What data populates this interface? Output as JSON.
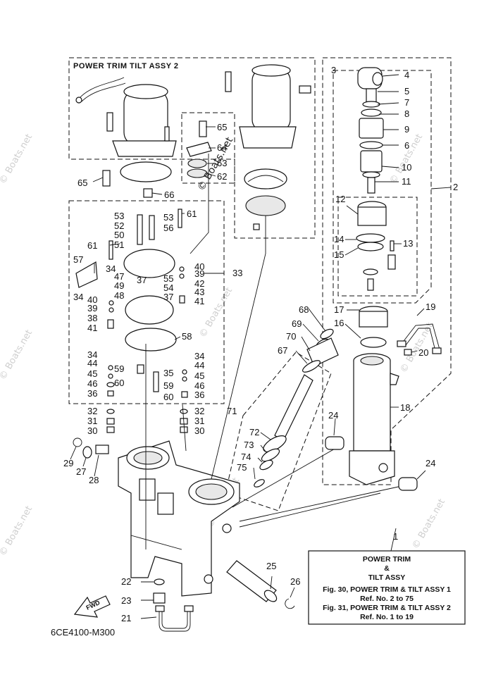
{
  "diagram": {
    "group_title": "POWER TRIM TILT ASSY 2",
    "figure_code": "6CE4100-M300",
    "fwd_label": "FWD",
    "watermark_dark": "© Boats.net",
    "watermark_light": "© Boats.net",
    "legend": {
      "line1": "POWER TRIM",
      "line2": "&",
      "line3": "TILT ASSY",
      "line4": "Fig. 30, POWER TRIM & TILT ASSY 1",
      "line5": "Ref. No. 2 to 75",
      "line6": "Fig. 31, POWER TRIM & TILT ASSY 2",
      "line7": "Ref. No. 1 to 19"
    },
    "callouts": [
      {
        "id": "c1",
        "text": "1"
      },
      {
        "id": "c2",
        "text": "2"
      },
      {
        "id": "c3",
        "text": "3"
      },
      {
        "id": "c4",
        "text": "4"
      },
      {
        "id": "c5",
        "text": "5"
      },
      {
        "id": "c6",
        "text": "6"
      },
      {
        "id": "c7",
        "text": "7"
      },
      {
        "id": "c8",
        "text": "8"
      },
      {
        "id": "c9",
        "text": "9"
      },
      {
        "id": "c10",
        "text": "10"
      },
      {
        "id": "c11",
        "text": "11"
      },
      {
        "id": "c12",
        "text": "12"
      },
      {
        "id": "c13",
        "text": "13"
      },
      {
        "id": "c14",
        "text": "14"
      },
      {
        "id": "c15",
        "text": "15"
      },
      {
        "id": "c16",
        "text": "16"
      },
      {
        "id": "c17",
        "text": "17"
      },
      {
        "id": "c18",
        "text": "18"
      },
      {
        "id": "c19",
        "text": "19"
      },
      {
        "id": "c20",
        "text": "20"
      },
      {
        "id": "c21",
        "text": "21"
      },
      {
        "id": "c22",
        "text": "22"
      },
      {
        "id": "c23",
        "text": "23"
      },
      {
        "id": "c24a",
        "text": "24"
      },
      {
        "id": "c24b",
        "text": "24"
      },
      {
        "id": "c25",
        "text": "25"
      },
      {
        "id": "c26",
        "text": "26"
      },
      {
        "id": "c27",
        "text": "27"
      },
      {
        "id": "c28",
        "text": "28"
      },
      {
        "id": "c29",
        "text": "29"
      },
      {
        "id": "c30a",
        "text": "30"
      },
      {
        "id": "c30b",
        "text": "30"
      },
      {
        "id": "c31a",
        "text": "31"
      },
      {
        "id": "c31b",
        "text": "31"
      },
      {
        "id": "c32a",
        "text": "32"
      },
      {
        "id": "c32b",
        "text": "32"
      },
      {
        "id": "c33",
        "text": "33"
      },
      {
        "id": "c34a",
        "text": "34"
      },
      {
        "id": "c34b",
        "text": "34"
      },
      {
        "id": "c34c",
        "text": "34"
      },
      {
        "id": "c34d",
        "text": "34"
      },
      {
        "id": "c35",
        "text": "35"
      },
      {
        "id": "c36a",
        "text": "36"
      },
      {
        "id": "c36b",
        "text": "36"
      },
      {
        "id": "c37a",
        "text": "37"
      },
      {
        "id": "c37b",
        "text": "37"
      },
      {
        "id": "c38",
        "text": "38"
      },
      {
        "id": "c39a",
        "text": "39"
      },
      {
        "id": "c39b",
        "text": "39"
      },
      {
        "id": "c40a",
        "text": "40"
      },
      {
        "id": "c40b",
        "text": "40"
      },
      {
        "id": "c41a",
        "text": "41"
      },
      {
        "id": "c41b",
        "text": "41"
      },
      {
        "id": "c42",
        "text": "42"
      },
      {
        "id": "c43",
        "text": "43"
      },
      {
        "id": "c44a",
        "text": "44"
      },
      {
        "id": "c44b",
        "text": "44"
      },
      {
        "id": "c45a",
        "text": "45"
      },
      {
        "id": "c45b",
        "text": "45"
      },
      {
        "id": "c46a",
        "text": "46"
      },
      {
        "id": "c46b",
        "text": "46"
      },
      {
        "id": "c47",
        "text": "47"
      },
      {
        "id": "c48",
        "text": "48"
      },
      {
        "id": "c49",
        "text": "49"
      },
      {
        "id": "c50",
        "text": "50"
      },
      {
        "id": "c51",
        "text": "51"
      },
      {
        "id": "c52",
        "text": "52"
      },
      {
        "id": "c53a",
        "text": "53"
      },
      {
        "id": "c53b",
        "text": "53"
      },
      {
        "id": "c54",
        "text": "54"
      },
      {
        "id": "c55",
        "text": "55"
      },
      {
        "id": "c56",
        "text": "56"
      },
      {
        "id": "c57",
        "text": "57"
      },
      {
        "id": "c58",
        "text": "58"
      },
      {
        "id": "c59a",
        "text": "59"
      },
      {
        "id": "c59b",
        "text": "59"
      },
      {
        "id": "c60a",
        "text": "60"
      },
      {
        "id": "c60b",
        "text": "60"
      },
      {
        "id": "c61a",
        "text": "61"
      },
      {
        "id": "c61b",
        "text": "61"
      },
      {
        "id": "c62",
        "text": "62"
      },
      {
        "id": "c63",
        "text": "63"
      },
      {
        "id": "c64",
        "text": "64"
      },
      {
        "id": "c65a",
        "text": "65"
      },
      {
        "id": "c65b",
        "text": "65"
      },
      {
        "id": "c66",
        "text": "66"
      },
      {
        "id": "c67",
        "text": "67"
      },
      {
        "id": "c68",
        "text": "68"
      },
      {
        "id": "c69",
        "text": "69"
      },
      {
        "id": "c70",
        "text": "70"
      },
      {
        "id": "c71",
        "text": "71"
      },
      {
        "id": "c72",
        "text": "72"
      },
      {
        "id": "c73",
        "text": "73"
      },
      {
        "id": "c74",
        "text": "74"
      },
      {
        "id": "c75",
        "text": "75"
      }
    ]
  }
}
